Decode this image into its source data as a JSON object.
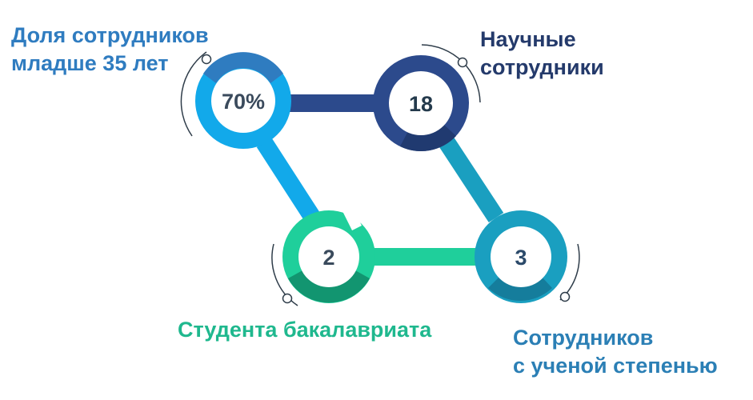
{
  "colors": {
    "light_blue": "#12a9ea",
    "mid_blue": "#2f7cc0",
    "navy": "#2c4a8c",
    "dark_navy": "#203a70",
    "teal": "#1a9fc0",
    "dark_teal": "#157d9c",
    "green": "#1fcf9b",
    "dark_green": "#129570",
    "text_dark": "#3a4a5c",
    "arc_gray": "#2f3d4a"
  },
  "nodes": [
    {
      "id": "young",
      "value": "70%",
      "label_lines": [
        "Доля сотрудников",
        "младше 35 лет"
      ],
      "label_color": "#2f7cc0"
    },
    {
      "id": "scientific",
      "value": "18",
      "label_lines": [
        "Научные",
        "сотрудники"
      ],
      "label_color": "#243a6b"
    },
    {
      "id": "students",
      "value": "2",
      "label_lines": [
        "Студента бакалавриата"
      ],
      "label_color": "#1fb88e"
    },
    {
      "id": "degree",
      "value": "3",
      "label_lines": [
        "Сотрудников",
        "с ученой степенью"
      ],
      "label_color": "#2b7fb5"
    }
  ]
}
